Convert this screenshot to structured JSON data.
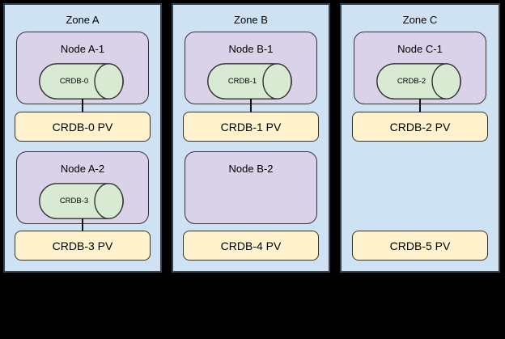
{
  "colors": {
    "background": "#000000",
    "zone_fill": "#cfe2f3",
    "node_fill": "#d9d2e9",
    "pod_fill": "#d9ead3",
    "pv_fill": "#fff2cc",
    "panel_border": "#37424c",
    "shape_border": "#333333",
    "connector": "#111111"
  },
  "zones": [
    {
      "label": "Zone A",
      "rows": [
        {
          "node_label": "Node A-1",
          "pod_label": "CRDB-0",
          "pv_label": "CRDB-0 PV",
          "connected": true
        },
        {
          "node_label": "Node A-2",
          "pod_label": "CRDB-3",
          "pv_label": "CRDB-3 PV",
          "connected": true
        }
      ]
    },
    {
      "label": "Zone B",
      "rows": [
        {
          "node_label": "Node B-1",
          "pod_label": "CRDB-1",
          "pv_label": "CRDB-1 PV",
          "connected": true
        },
        {
          "node_label": "Node B-2",
          "pv_label": "CRDB-4 PV",
          "connected": false
        }
      ]
    },
    {
      "label": "Zone C",
      "rows": [
        {
          "node_label": "Node C-1",
          "pod_label": "CRDB-2",
          "pv_label": "CRDB-2 PV",
          "connected": true
        },
        {
          "pv_label": "CRDB-5 PV",
          "connected": false
        }
      ]
    }
  ]
}
